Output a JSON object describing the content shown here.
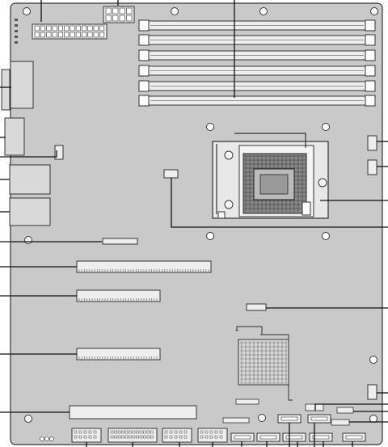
{
  "diagram": {
    "colors": {
      "board": "#c9c9c9",
      "board_stroke": "#333333",
      "slot_fill": "#eeeeee",
      "line": "#111111",
      "heatsink": "#d9d9d9",
      "hole": "#ffffff"
    },
    "components": [
      "atx-24pin-power-connector",
      "eps-8pin-power-connector",
      "dimm-slot-1",
      "dimm-slot-2",
      "dimm-slot-3",
      "dimm-slot-4",
      "dimm-slot-5",
      "dimm-slot-6",
      "cpu-socket",
      "pcie-slot-1",
      "pcie-slot-2",
      "pcie-slot-3",
      "pci-slot",
      "chipset-heatsink",
      "sata-port-1",
      "sata-port-2",
      "sata-port-3",
      "sata-port-4"
    ],
    "labels": {
      "chip_marking": "",
      "footer_marking": ""
    }
  }
}
